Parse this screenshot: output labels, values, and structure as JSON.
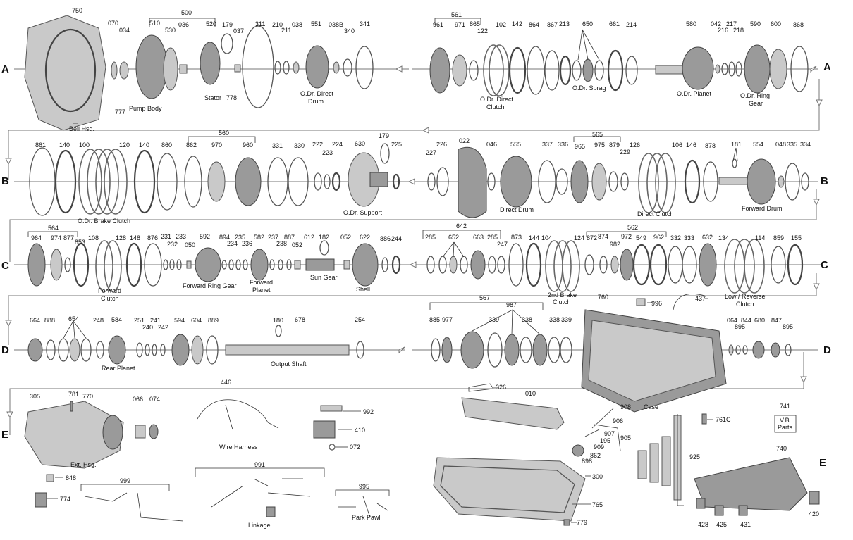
{
  "rows": [
    "A",
    "B",
    "C",
    "D",
    "E"
  ],
  "row_a": {
    "numbers": [
      "750",
      "070",
      "034",
      "500",
      "510",
      "530",
      "036",
      "520",
      "179",
      "037",
      "311",
      "210",
      "211",
      "038",
      "551",
      "038B",
      "340",
      "341",
      "561",
      "961",
      "971",
      "865",
      "122",
      "102",
      "142",
      "864",
      "867",
      "213",
      "650",
      "661",
      "214",
      "580",
      "042",
      "216",
      "217",
      "218",
      "590",
      "600",
      "868"
    ],
    "captions": [
      "Bell Hsg.",
      "Pump Body",
      "777",
      "Stator",
      "778",
      "O.Dr. Direct",
      "Drum",
      "O.Dr. Direct",
      "Clutch",
      "O.Dr. Sprag",
      "O.Dr. Planet",
      "O.Dr. Ring",
      "Gear"
    ]
  },
  "row_b": {
    "numbers": [
      "861",
      "140",
      "100",
      "120",
      "140",
      "860",
      "560",
      "862",
      "970",
      "960",
      "331",
      "330",
      "222",
      "223",
      "224",
      "630",
      "179",
      "225",
      "226",
      "227",
      "022",
      "046",
      "555",
      "337",
      "336",
      "565",
      "965",
      "975",
      "879",
      "229",
      "126",
      "106",
      "146",
      "878",
      "181",
      "554",
      "048",
      "335",
      "334"
    ],
    "captions": [
      "O.Dr. Brake Clutch",
      "O.Dr. Support",
      "Direct Drum",
      "Direct Clutch",
      "Forward Drum"
    ]
  },
  "row_c": {
    "numbers": [
      "564",
      "964",
      "974",
      "877",
      "853",
      "108",
      "128",
      "148",
      "876",
      "231",
      "232",
      "233",
      "050",
      "592",
      "894",
      "234",
      "235",
      "236",
      "582",
      "237",
      "238",
      "887",
      "052",
      "612",
      "182",
      "052",
      "622",
      "886",
      "244",
      "642",
      "285",
      "652",
      "663",
      "285",
      "247",
      "873",
      "144",
      "104",
      "124",
      "562",
      "872",
      "874",
      "982",
      "972",
      "549",
      "962",
      "332",
      "333",
      "632",
      "134",
      "114",
      "859",
      "155",
      "437",
      "996",
      "760"
    ],
    "captions": [
      "Forward",
      "Clutch",
      "Forward Ring Gear",
      "Forward",
      "Planet",
      "Sun Gear",
      "Shell",
      "2nd Brake",
      "Clutch",
      "Low / Reverse",
      "Clutch"
    ]
  },
  "row_d": {
    "numbers": [
      "664",
      "888",
      "654",
      "248",
      "584",
      "251",
      "240",
      "241",
      "242",
      "594",
      "604",
      "889",
      "180",
      "678",
      "254",
      "567",
      "987",
      "885",
      "977",
      "339",
      "338",
      "338",
      "339",
      "064",
      "895",
      "844",
      "680",
      "847",
      "895"
    ],
    "captions": [
      "Rear Planet",
      "Output Shaft",
      "Case"
    ]
  },
  "row_e": {
    "numbers": [
      "305",
      "781",
      "770",
      "066",
      "074",
      "446",
      "992",
      "410",
      "072",
      "848",
      "774",
      "999",
      "991",
      "995",
      "326",
      "010",
      "908",
      "906",
      "907",
      "195",
      "909",
      "862",
      "898",
      "905",
      "300",
      "765",
      "779",
      "925",
      "761C",
      "741",
      "740",
      "428",
      "425",
      "431",
      "420"
    ],
    "captions": [
      "Ext. Hsg.",
      "Wire Harness",
      "Linkage",
      "Park Pawl",
      "V.B.",
      "Parts"
    ]
  }
}
